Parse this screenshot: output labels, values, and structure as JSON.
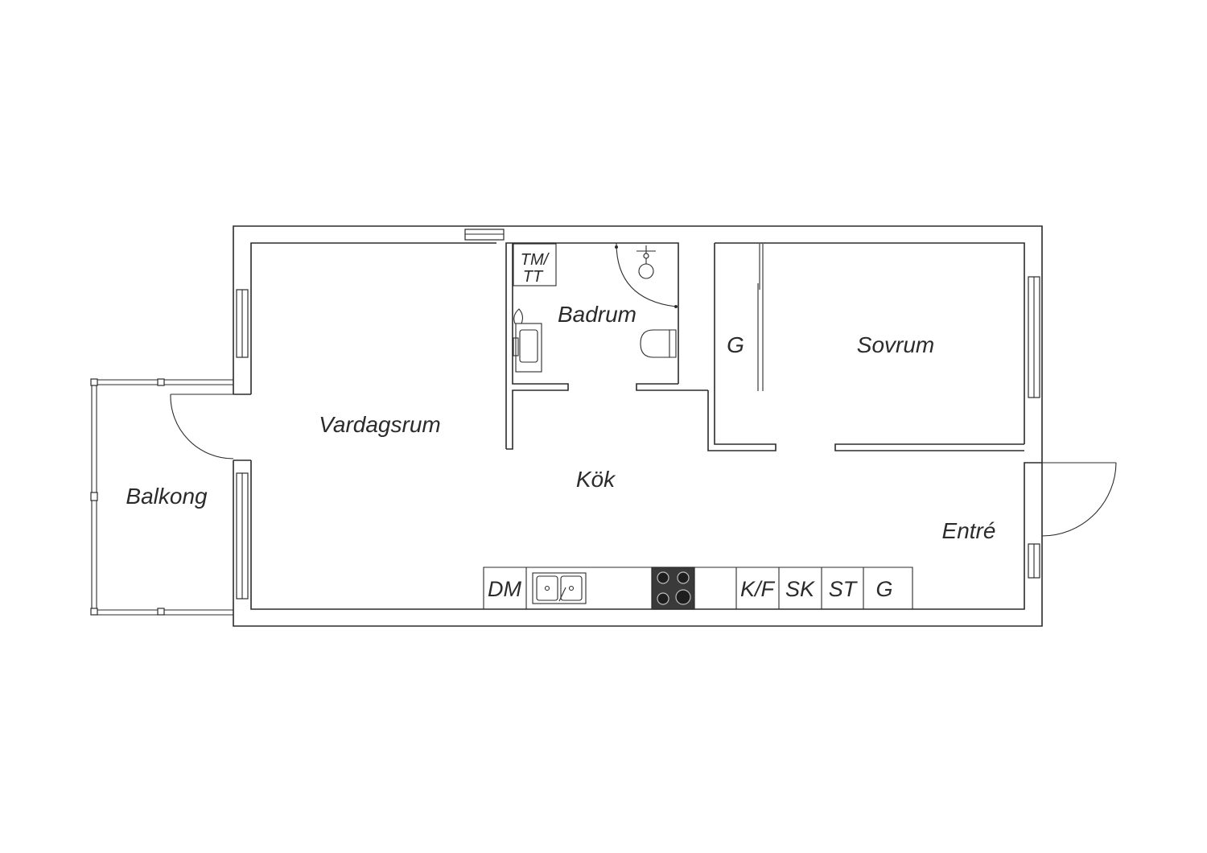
{
  "rooms": {
    "vardagsrum": "Vardagsrum",
    "badrum": "Badrum",
    "sovrum": "Sovrum",
    "kok": "Kök",
    "balkong": "Balkong",
    "entre": "Entré",
    "garderob": "G"
  },
  "bathroom": {
    "tm": "TM/",
    "tt": "TT"
  },
  "kitchen": {
    "dm": "DM",
    "kf": "K/F",
    "sk": "SK",
    "st": "ST",
    "g": "G"
  }
}
